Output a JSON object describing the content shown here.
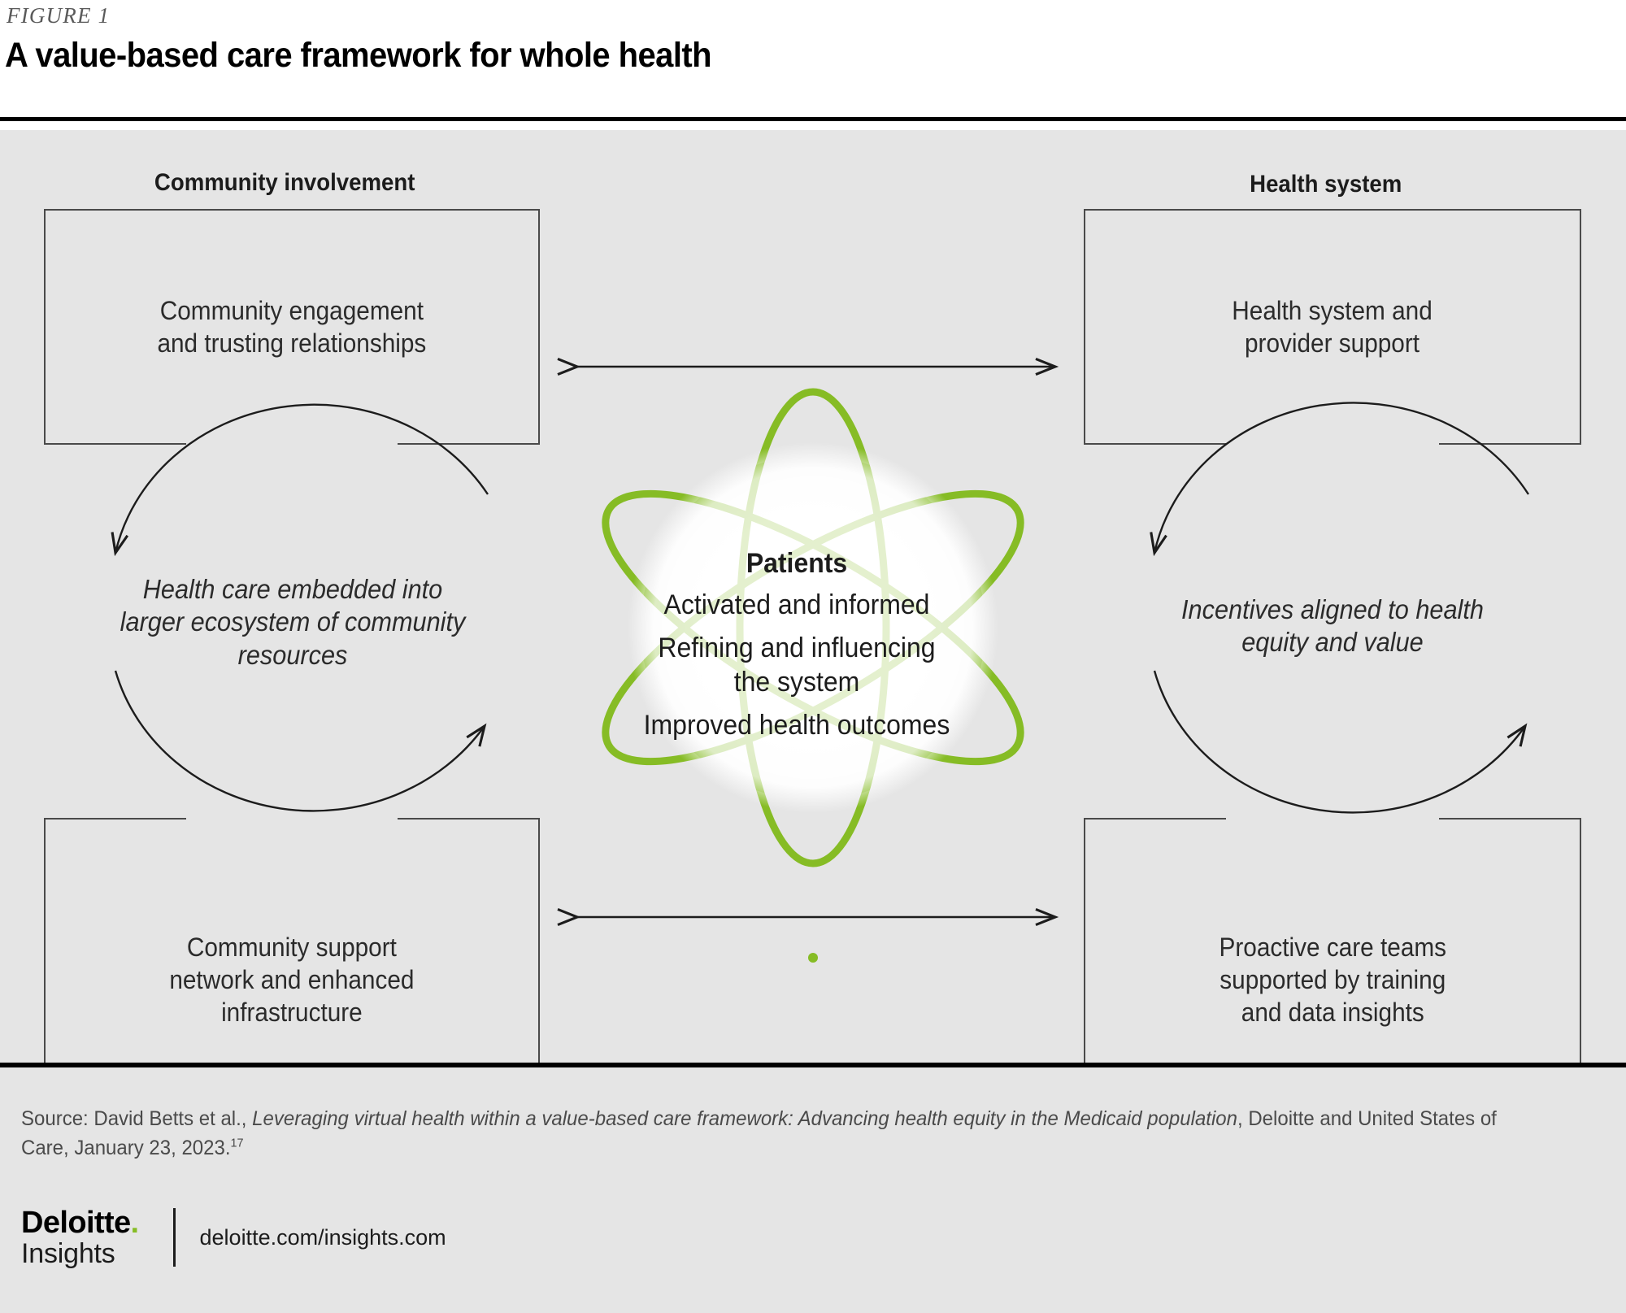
{
  "header": {
    "figure_label": "FIGURE 1",
    "title": "A value-based care framework for whole health",
    "rule_color": "#000000"
  },
  "panel": {
    "background_color": "#e5e5e5",
    "accent_green": "#86bc25",
    "columns": [
      {
        "id": "community-involvement",
        "heading": "Community involvement",
        "top_box": "Community engagement\nand trusting relationships",
        "top_box_line1": "Community engagement",
        "top_box_line2": "and trusting relationships",
        "middle_italic_line1": "Health care embedded into",
        "middle_italic_line2": "larger ecosystem of community",
        "middle_italic_line3": "resources",
        "bottom_box_line1": "Community support",
        "bottom_box_line2": "network and enhanced",
        "bottom_box_line3": "infrastructure"
      },
      {
        "id": "health-system",
        "heading": "Health system",
        "top_box_line1": "Health system and",
        "top_box_line2": "provider support",
        "middle_italic_line1": "Incentives aligned to health",
        "middle_italic_line2": "equity and value",
        "bottom_box_line1": "Proactive care teams",
        "bottom_box_line2": "supported by training",
        "bottom_box_line3": "and data insights"
      }
    ],
    "center": {
      "title": "Patients",
      "line1": "Activated and informed",
      "line2": "Refining and influencing",
      "line3": "the system",
      "line4": "Improved health outcomes"
    }
  },
  "footer": {
    "source_prefix": "Source: David Betts et al., ",
    "source_italic": "Leveraging virtual health within a value-based care framework: Advancing health equity in the Medicaid population",
    "source_suffix": ", Deloitte and United States of Care, January 23, 2023.",
    "source_footnote": "17",
    "logo_brand": "Deloitte",
    "logo_dot": ".",
    "logo_sub": "Insights",
    "logo_url": "deloitte.com/insights.com"
  }
}
